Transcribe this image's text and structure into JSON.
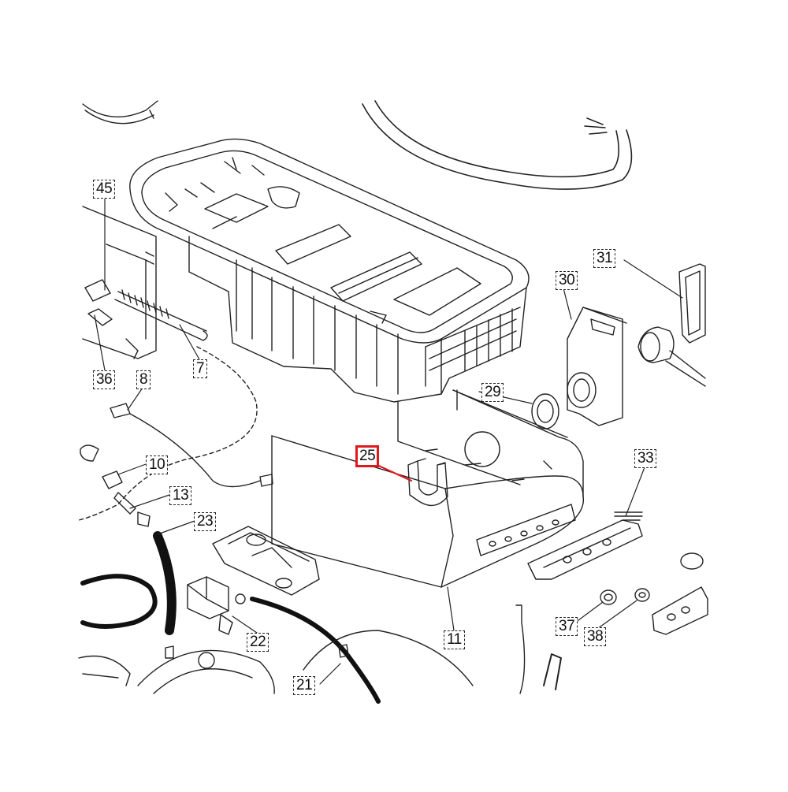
{
  "diagram": {
    "line_color": "#222222",
    "highlight_color": "#e0191e",
    "labels": [
      {
        "id": "45",
        "text": "45"
      },
      {
        "id": "36",
        "text": "36"
      },
      {
        "id": "7",
        "text": "7"
      },
      {
        "id": "8",
        "text": "8"
      },
      {
        "id": "10",
        "text": "10"
      },
      {
        "id": "13",
        "text": "13"
      },
      {
        "id": "23",
        "text": "23"
      },
      {
        "id": "22",
        "text": "22"
      },
      {
        "id": "21",
        "text": "21"
      },
      {
        "id": "11",
        "text": "11"
      },
      {
        "id": "25",
        "text": "25",
        "highlighted": true
      },
      {
        "id": "29",
        "text": "29"
      },
      {
        "id": "30",
        "text": "30"
      },
      {
        "id": "31",
        "text": "31"
      },
      {
        "id": "33",
        "text": "33"
      },
      {
        "id": "37",
        "text": "37"
      },
      {
        "id": "38",
        "text": "38"
      }
    ]
  }
}
